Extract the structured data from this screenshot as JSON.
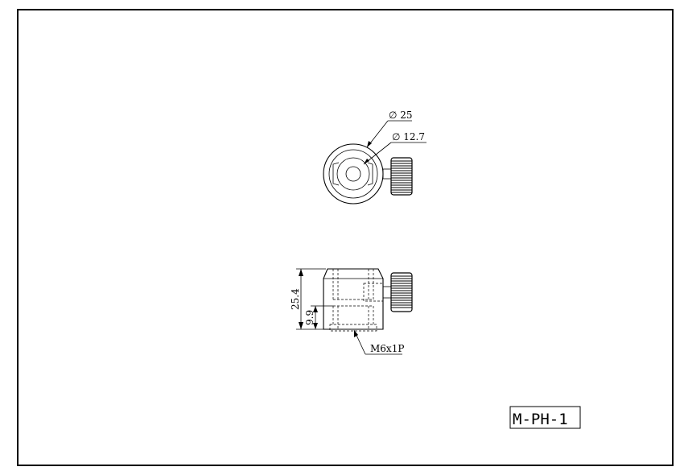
{
  "drawing": {
    "part_number": "M-PH-1",
    "top_view": {
      "outer_diameter_label": "∅ 25",
      "bore_diameter_label": "∅ 12.7"
    },
    "side_view": {
      "height_label": "25.4",
      "thread_depth_label": "9.9",
      "thread_label": "M6x1P"
    }
  }
}
